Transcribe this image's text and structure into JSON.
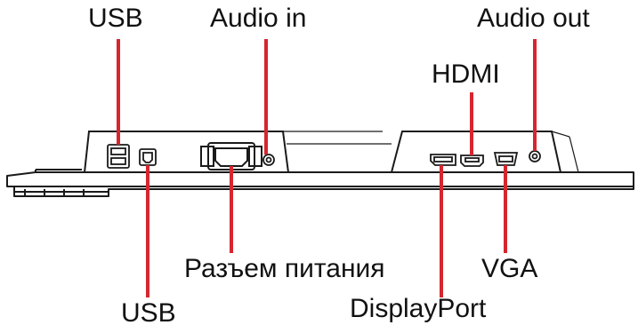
{
  "labels": {
    "usb_top": "USB",
    "audio_in": "Audio in",
    "audio_out": "Audio out",
    "hdmi": "HDMI",
    "power": "Разъем питания",
    "vga": "VGA",
    "usb_bottom": "USB",
    "displayport": "DisplayPort"
  },
  "colors": {
    "leader": "#d6262f",
    "outline": "#1a1a1a",
    "text": "#111111"
  }
}
